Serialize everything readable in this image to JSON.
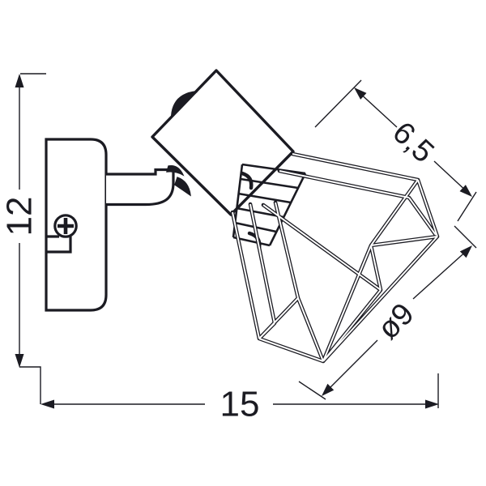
{
  "colors": {
    "line": "#1b1b22",
    "background": "#ffffff"
  },
  "dimensions": {
    "height_label": "12",
    "width_label": "15",
    "head_width_label": "6,5",
    "shade_diameter_label": "ø9"
  }
}
